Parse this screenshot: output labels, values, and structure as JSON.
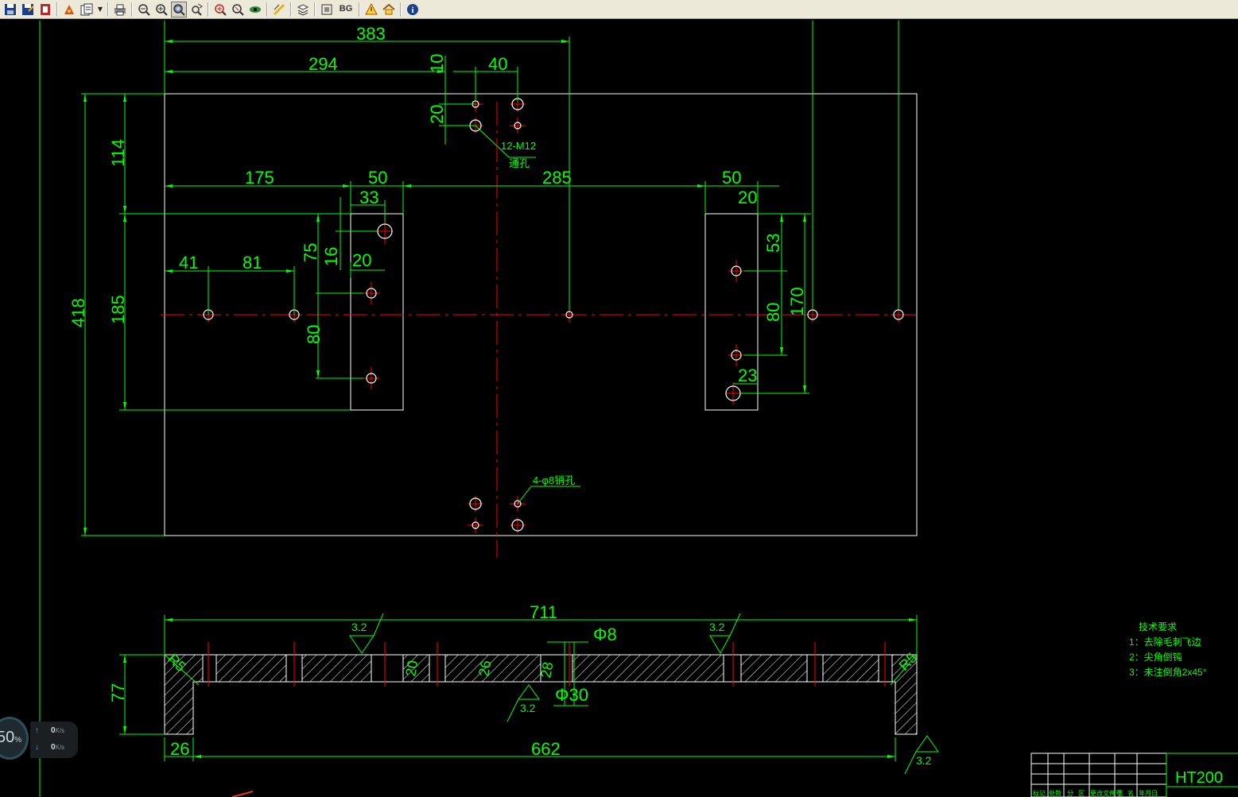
{
  "toolbar": {
    "buttons": [
      "save-icon",
      "save-as-icon",
      "export-icon",
      "clip-icon",
      "copy-icon",
      "dropdown-icon",
      "print-icon",
      "zoom-out-icon",
      "zoom-in-icon",
      "zoom-window-icon",
      "zoom-pan-icon",
      "zoom-realtime-icon",
      "zoom-extents-icon",
      "view-icon",
      "measure-icon",
      "layers-icon",
      "frame-icon",
      "bg-button",
      "warning-icon",
      "home-icon",
      "info-icon"
    ],
    "bg_label": "BG"
  },
  "drawing": {
    "dims_top": {
      "d383": "383",
      "d294": "294",
      "d10": "10",
      "d40": "40",
      "d20a": "20",
      "d114": "114",
      "d175": "175",
      "d50a": "50",
      "d33": "33",
      "d285": "285",
      "d50b": "50",
      "d20b": "20",
      "d75": "75",
      "d16": "16",
      "d20c": "20",
      "d41": "41",
      "d81": "81",
      "d53": "53",
      "d418": "418",
      "d185": "185",
      "d80a": "80",
      "d80b": "80",
      "d170": "170",
      "d23": "23"
    },
    "note_m12_a": "12-M12",
    "note_m12_b": "通孔",
    "note_pin": "4-φ8销孔",
    "dims_section": {
      "d711": "711",
      "phi8": "Φ8",
      "d77": "77",
      "d26": "26",
      "d662": "662",
      "phi30": "Φ30",
      "r5a": "R5",
      "r5b": "R5",
      "d20": "20",
      "d26b": "26",
      "d28": "28"
    },
    "roughness": [
      "3.2",
      "3.2",
      "3.2",
      "3.2"
    ],
    "tech": {
      "title": "技术要求",
      "lines": [
        "1：去除毛刺飞边",
        "2：尖角倒钝",
        "3：未注倒角2x45°"
      ]
    },
    "titleblock": {
      "material": "HT200",
      "cols": [
        "标记",
        "处数",
        "分",
        "区",
        "更改文件号",
        "签",
        "名",
        "年月日"
      ]
    }
  },
  "netmon": {
    "percent": "50",
    "unit": "%",
    "up": "0",
    "down": "0",
    "rate_unit": "K/s"
  },
  "colors": {
    "bg": "#000000",
    "dim": "#00ff00",
    "outline": "#ffffff",
    "center": "#ff0000",
    "toolbar": "#ece9d8"
  }
}
